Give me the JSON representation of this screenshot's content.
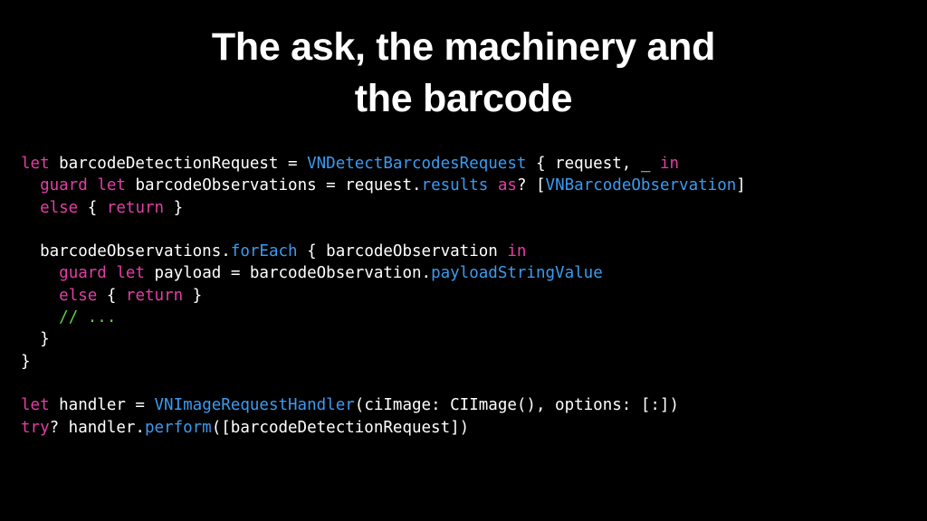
{
  "slide": {
    "title_lines": [
      "The ask, the machinery and",
      "the barcode"
    ]
  },
  "colors": {
    "background": "#000000",
    "text": "#ffffff",
    "keyword": "#e33ea6",
    "type": "#3b9bf0",
    "comment": "#5fd23e"
  },
  "code": {
    "lines": [
      [
        {
          "t": "let",
          "k": "kw"
        },
        {
          "t": " barcodeDetectionRequest = ",
          "k": "plain"
        },
        {
          "t": "VNDetectBarcodesRequest",
          "k": "type"
        },
        {
          "t": " { request, _ ",
          "k": "plain"
        },
        {
          "t": "in",
          "k": "kw"
        }
      ],
      [
        {
          "t": "  ",
          "k": "plain"
        },
        {
          "t": "guard",
          "k": "kw"
        },
        {
          "t": " ",
          "k": "plain"
        },
        {
          "t": "let",
          "k": "kw"
        },
        {
          "t": " barcodeObservations = request.",
          "k": "plain"
        },
        {
          "t": "results",
          "k": "member"
        },
        {
          "t": " ",
          "k": "plain"
        },
        {
          "t": "as",
          "k": "kw"
        },
        {
          "t": "? [",
          "k": "plain"
        },
        {
          "t": "VNBarcodeObservation",
          "k": "type"
        },
        {
          "t": "]",
          "k": "plain"
        }
      ],
      [
        {
          "t": "  ",
          "k": "plain"
        },
        {
          "t": "else",
          "k": "kw"
        },
        {
          "t": " { ",
          "k": "plain"
        },
        {
          "t": "return",
          "k": "kw"
        },
        {
          "t": " }",
          "k": "plain"
        }
      ],
      [],
      [
        {
          "t": "  barcodeObservations.",
          "k": "plain"
        },
        {
          "t": "forEach",
          "k": "member"
        },
        {
          "t": " { barcodeObservation ",
          "k": "plain"
        },
        {
          "t": "in",
          "k": "kw"
        }
      ],
      [
        {
          "t": "    ",
          "k": "plain"
        },
        {
          "t": "guard",
          "k": "kw"
        },
        {
          "t": " ",
          "k": "plain"
        },
        {
          "t": "let",
          "k": "kw"
        },
        {
          "t": " payload = barcodeObservation.",
          "k": "plain"
        },
        {
          "t": "payloadStringValue",
          "k": "member"
        }
      ],
      [
        {
          "t": "    ",
          "k": "plain"
        },
        {
          "t": "else",
          "k": "kw"
        },
        {
          "t": " { ",
          "k": "plain"
        },
        {
          "t": "return",
          "k": "kw"
        },
        {
          "t": " }",
          "k": "plain"
        }
      ],
      [
        {
          "t": "    ",
          "k": "plain"
        },
        {
          "t": "// ...",
          "k": "comment"
        }
      ],
      [
        {
          "t": "  }",
          "k": "plain"
        }
      ],
      [
        {
          "t": "}",
          "k": "plain"
        }
      ],
      [],
      [
        {
          "t": "let",
          "k": "kw"
        },
        {
          "t": " handler = ",
          "k": "plain"
        },
        {
          "t": "VNImageRequestHandler",
          "k": "type"
        },
        {
          "t": "(ciImage: CIImage(), options: [:])",
          "k": "plain"
        }
      ],
      [
        {
          "t": "try",
          "k": "kw"
        },
        {
          "t": "? handler.",
          "k": "plain"
        },
        {
          "t": "perform",
          "k": "member"
        },
        {
          "t": "([barcodeDetectionRequest])",
          "k": "plain"
        }
      ]
    ]
  }
}
